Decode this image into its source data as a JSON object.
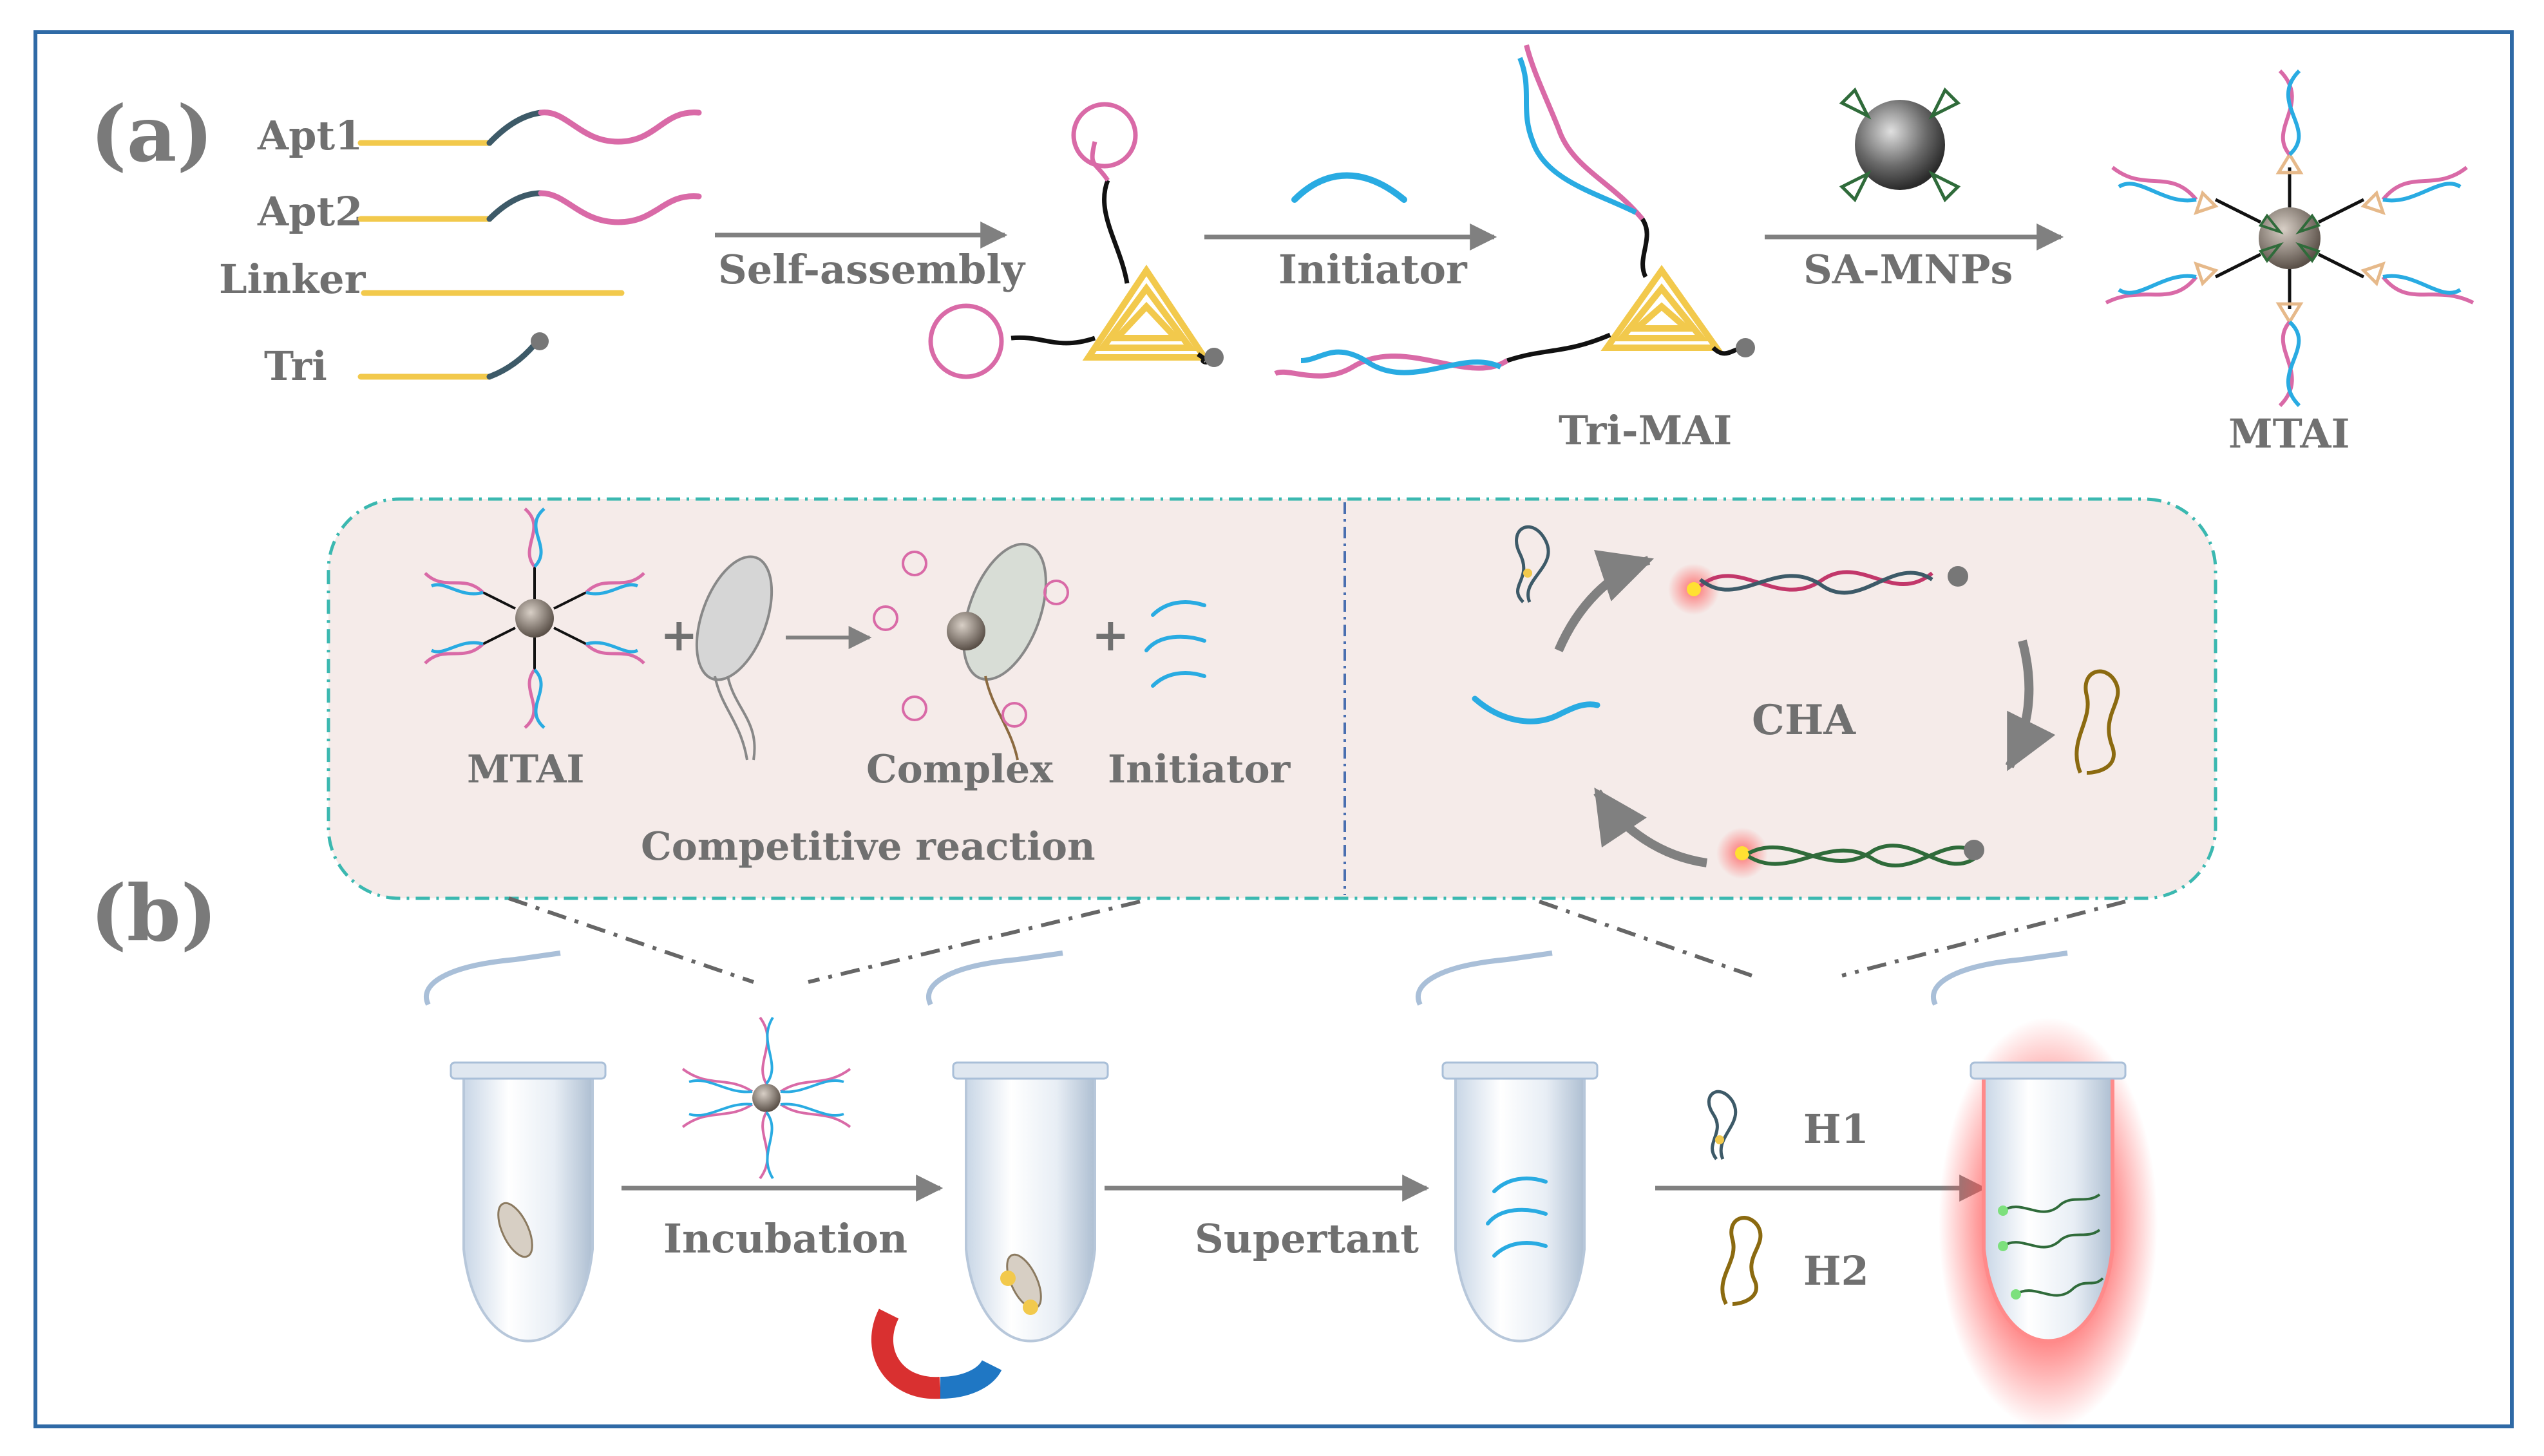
{
  "panels": {
    "a": "(a)",
    "b": "(b)"
  },
  "strands": {
    "apt1": "Apt1",
    "apt2": "Apt2",
    "linker": "Linker",
    "tri": "Tri"
  },
  "arrows_a": {
    "self_assembly": "Self-assembly",
    "initiator": "Initiator",
    "sa_mnps": "SA-MNPs"
  },
  "products": {
    "tri_mai": "Tri-MAI",
    "mtai": "MTAI"
  },
  "competition": {
    "mtai": "MTAI",
    "plus1": "+",
    "complex": "Complex",
    "plus2": "+",
    "initiator": "Initiator",
    "caption": "Competitive reaction"
  },
  "cha": {
    "label": "CHA"
  },
  "process": {
    "incubation": "Incubation",
    "supernatant": "Supertant",
    "h1": "H1",
    "h2": "H2"
  },
  "colors": {
    "frame": "#2f6aa6",
    "linker": "#f2c94c",
    "aptamer": "#d96aa7",
    "initiator": "#29abe2",
    "stem": "#3d5a68",
    "h2": "#8b6a10",
    "duplex_green": "#2f6b3a",
    "inset_bg": "#f5ebe9",
    "inset_border": "#3bb8b0",
    "glow": "#ff6b6b",
    "arrow": "#808080"
  }
}
